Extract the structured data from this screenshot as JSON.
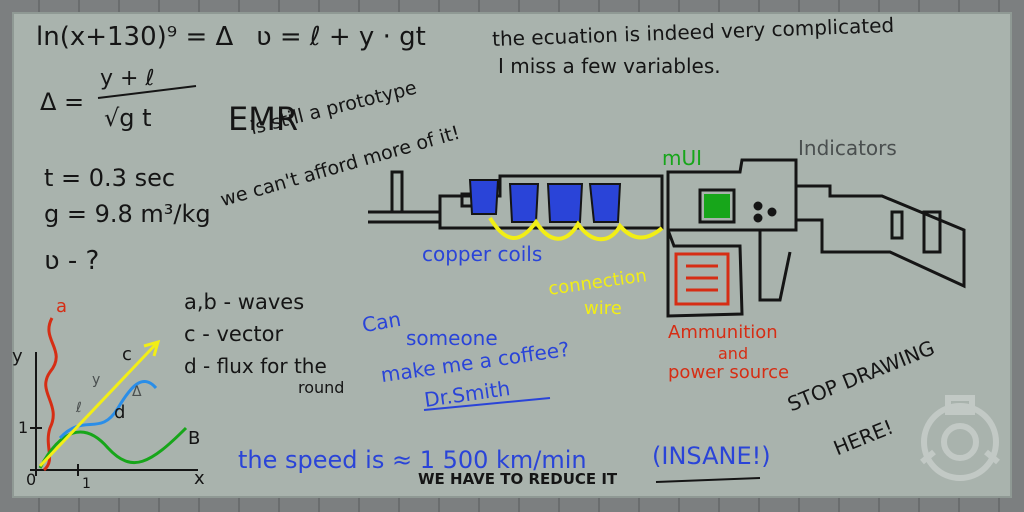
{
  "equations": {
    "ln_line": "ln(x+130)⁹ = Δ",
    "v_line": "ʋ = ℓ + y · gt",
    "delta_lhs": "Δ =",
    "delta_num": "y + ℓ",
    "delta_den": "√g t",
    "t_line": "t = 0.3 sec",
    "g_line": "g = 9.8 m³/kg",
    "v_question": "ʋ - ?"
  },
  "notes": {
    "complicated_1": "the ecuation is indeed very complicated",
    "complicated_2": "I miss a few variables.",
    "emr_title": "EMR",
    "emr_1": "is still a prototype",
    "emr_2": "we can't afford more of it!",
    "legend_a": "a,b - waves",
    "legend_c": "c - vector",
    "legend_d": "d - flux for the",
    "legend_d2": "round",
    "coffee_1": "Can",
    "coffee_2": "someone",
    "coffee_3": "make me a coffee?",
    "signature": "Dr.Smith",
    "speed": "the speed is ≈ 1 500 km/min",
    "insane": "(INSANE!)",
    "reduce": "WE HAVE TO REDUCE IT",
    "stop_1": "STOP DRAWING",
    "stop_2": "HERE!"
  },
  "weapon_labels": {
    "indicators": "Indicators",
    "mui": "mUI",
    "copper": "copper coils",
    "wire_1": "connection",
    "wire_2": "wire",
    "ammo_1": "Ammunition",
    "ammo_2": "and",
    "ammo_3": "power source"
  },
  "graph": {
    "y_axis": "y",
    "x_axis": "x",
    "tick_y": "1",
    "tick_x": "1",
    "origin": "0",
    "label_a": "a",
    "label_b": "B",
    "label_c": "c",
    "label_d": "d",
    "label_y": "y",
    "label_l": "ℓ",
    "label_delta": "Δ"
  },
  "colors": {
    "board": "#a9b3ad",
    "blue": "#2a44d8",
    "green": "#17a61a",
    "red": "#d62d14",
    "yellow": "#f2ee16"
  },
  "icons": [
    "scp-logo-icon"
  ]
}
